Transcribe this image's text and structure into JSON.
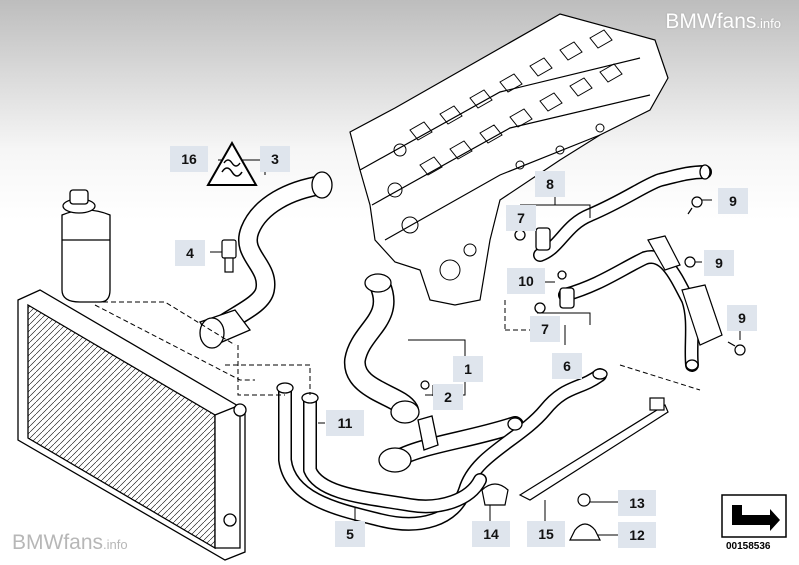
{
  "watermark": {
    "top_brand": "BMWfans",
    "top_suffix": ".info",
    "bottom_brand": "BMWfans",
    "bottom_suffix": ".info"
  },
  "part_labels": [
    "1",
    "2",
    "3",
    "4",
    "5",
    "6",
    "7",
    "7",
    "8",
    "9",
    "9",
    "9",
    "10",
    "11",
    "12",
    "13",
    "14",
    "15",
    "16"
  ],
  "catalog_id": "00158536",
  "colors": {
    "line": "#000000",
    "label_bg": "#dfe5ed",
    "watermark_top": "#ffffff",
    "watermark_bottom": "#b7b7b7"
  },
  "icons": [
    "warning-hot-coolant-icon",
    "next-diagram-arrow-icon"
  ]
}
